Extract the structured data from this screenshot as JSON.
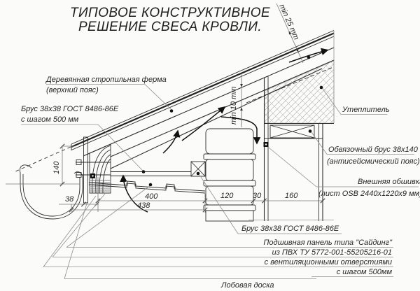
{
  "title": {
    "line1": "ТИПОВОЕ КОНСТРУКТИВНОЕ",
    "line2": "РЕШЕНИЕ СВЕСА КРОВЛИ."
  },
  "labels": {
    "truss_line1": "Деревянная стропильная ферма",
    "truss_line2": "(верхний пояс)",
    "batten_left_line1": "Брус 38х38 ГОСТ 8486-86Е",
    "batten_left_line2": "с шагом 500 мм",
    "insulation": "Утеплитель",
    "strapping_line1": "Обвязочный брус 38х140",
    "strapping_line2": "(антисейсмический пояс)",
    "sheathing_line1": "Внешняя обшивка",
    "sheathing_line2": "(лист OSB 2440х1220х9 мм)",
    "batten_bottom": "Брус 38х38 ГОСТ 8486-86Е",
    "soffit_line1": "Подшивная панель типа \"Сайдинг\"",
    "soffit_line2": "из ПВХ ТУ 5772-001-55205216-01",
    "soffit_line3": "с вентиляционными отверстиями",
    "soffit_line4": "с шагом 500мм",
    "fascia_board": "Лобовая доска"
  },
  "dimensions": {
    "overhang_height": "140",
    "fascia_offset": "38",
    "soffit_width": "400",
    "overhang_total": "438",
    "column_width": "120",
    "vent_gap": "30",
    "wall_width": "160",
    "vent_above_min": "min 25 mm",
    "vent_eave_min": "min 10 mm"
  },
  "colors": {
    "background": "#fbfbfa",
    "line_main": "#2d2d2d",
    "line_aux": "#8f8f8f",
    "text": "#232323"
  }
}
